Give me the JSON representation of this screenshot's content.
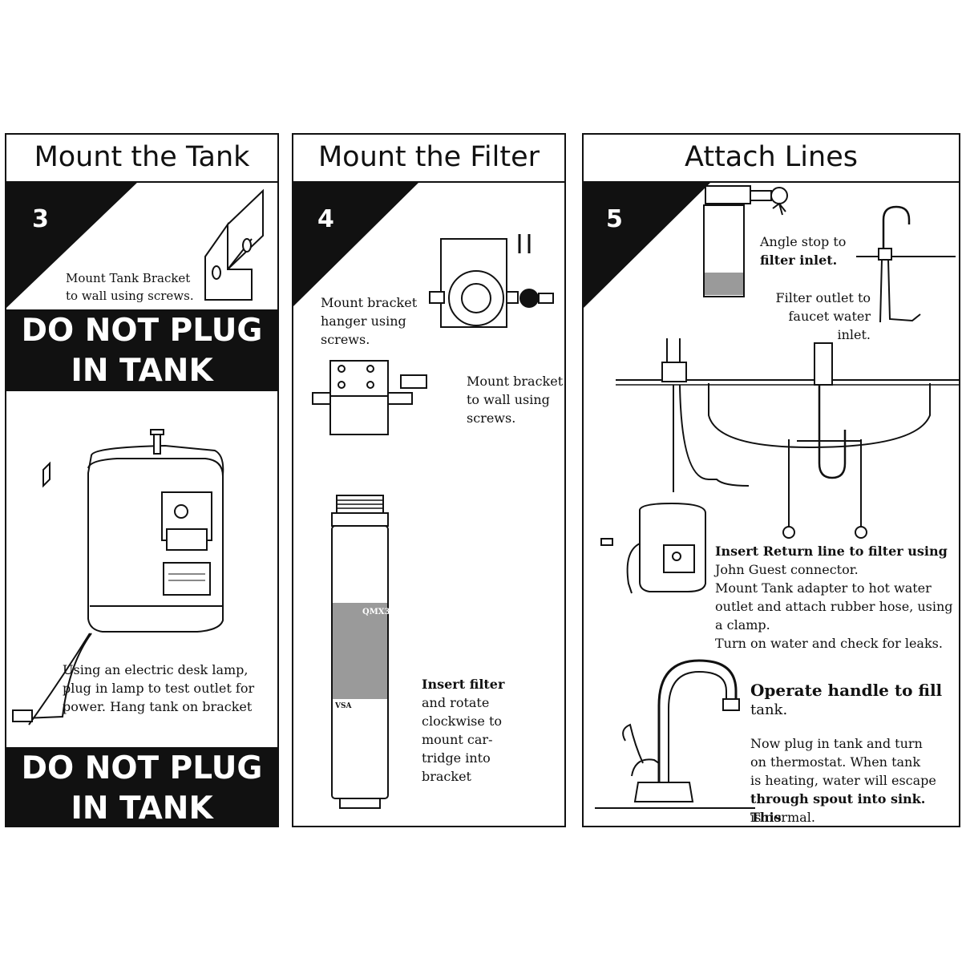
{
  "panels": [
    {
      "title": "Mount the Tank",
      "step": "3",
      "bracket_caption": "Mount Tank Bracket\nto wall using screws.",
      "warning_top": "DO NOT PLUG\nIN TANK",
      "lamp_caption": "Using an electric desk lamp,\nplug in lamp to test outlet for\npower. Hang tank on bracket",
      "warning_bottom": "DO NOT PLUG\nIN TANK"
    },
    {
      "title": "Mount the Filter",
      "step": "4",
      "hanger_caption": "Mount bracket\nhanger using\nscrews.",
      "wall_caption": "Mount bracket\nto wall using\nscrews.",
      "insert_bold": "Insert filter",
      "insert_caption": "and rotate\nclockwise to\nmount car-\ntridge into\nbracket",
      "filter_label": "QMX3",
      "filter_brand": "VSA"
    },
    {
      "title": "Attach Lines",
      "step": "5",
      "angle_stop": "Angle stop to",
      "filter_inlet": "filter inlet.",
      "filter_outlet": "Filter outlet to\nfaucet water inlet.",
      "return_bold": "Insert Return line to filter using",
      "return_caption": "John Guest connector.\nMount Tank adapter to hot water\noutlet and attach rubber hose, using\na clamp.\nTurn on water and check for leaks.",
      "operate_title": "Operate handle to fill",
      "operate_sub": "tank.",
      "plug_caption": "Now plug in tank and turn\non thermostat. When tank\nis heating, water will escape",
      "plug_bold": "through spout into sink. This",
      "plug_end": "is normal."
    }
  ],
  "colors": {
    "ink": "#111111",
    "paper": "#ffffff",
    "filter_band": "#9a9a9a"
  }
}
